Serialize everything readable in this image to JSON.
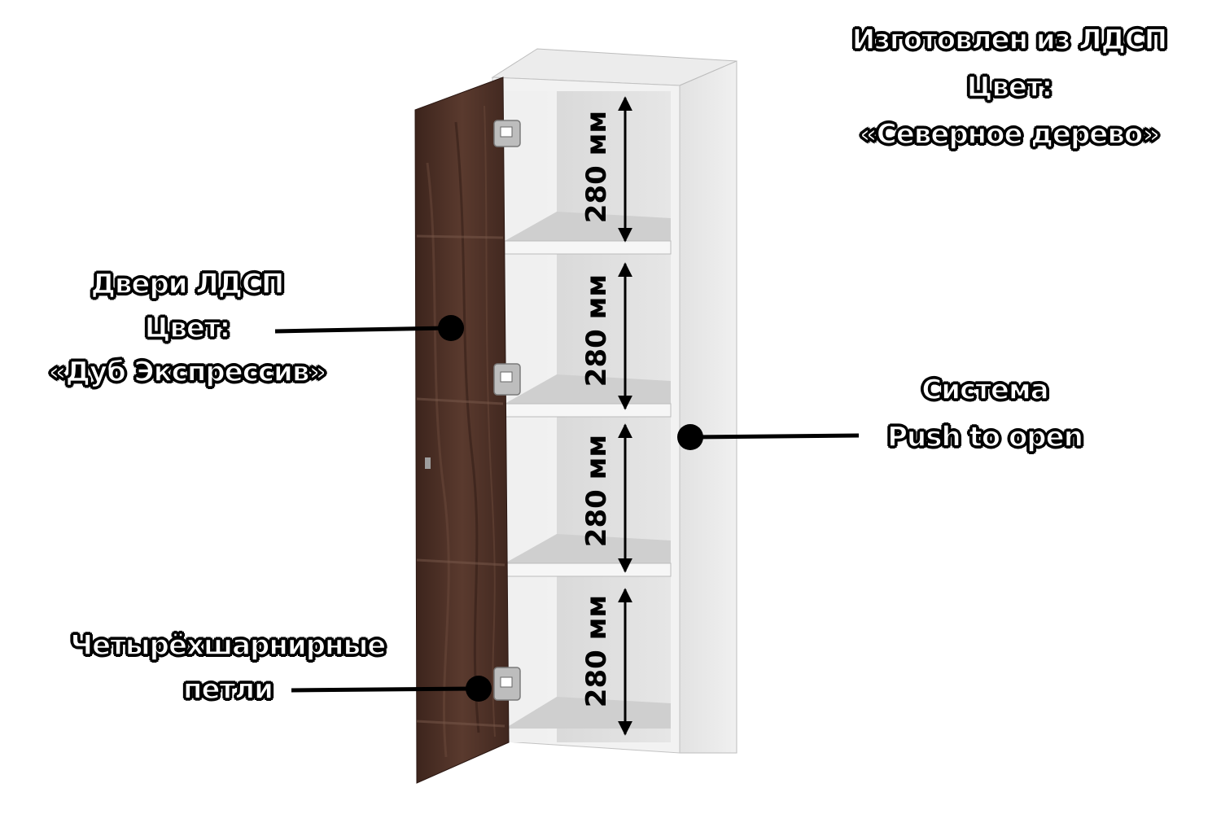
{
  "callouts": {
    "material": {
      "line1": "Изготовлен из ЛДСП",
      "line2": "Цвет:",
      "line3": "«Северное дерево»"
    },
    "doors": {
      "line1": "Двери ЛДСП",
      "line2": "Цвет:",
      "line3": "«Дуб Экспрессив»"
    },
    "system": {
      "line1": "Система",
      "line2": "Push to open"
    },
    "hinges": {
      "line1": "Четырёхшарнирные",
      "line2": "петли"
    }
  },
  "dimensions": [
    "280 мм",
    "280 мм",
    "280 мм",
    "280 мм"
  ],
  "colors": {
    "body": "#e4e4e4",
    "door": "#4a2e24",
    "leader": "#000000"
  }
}
